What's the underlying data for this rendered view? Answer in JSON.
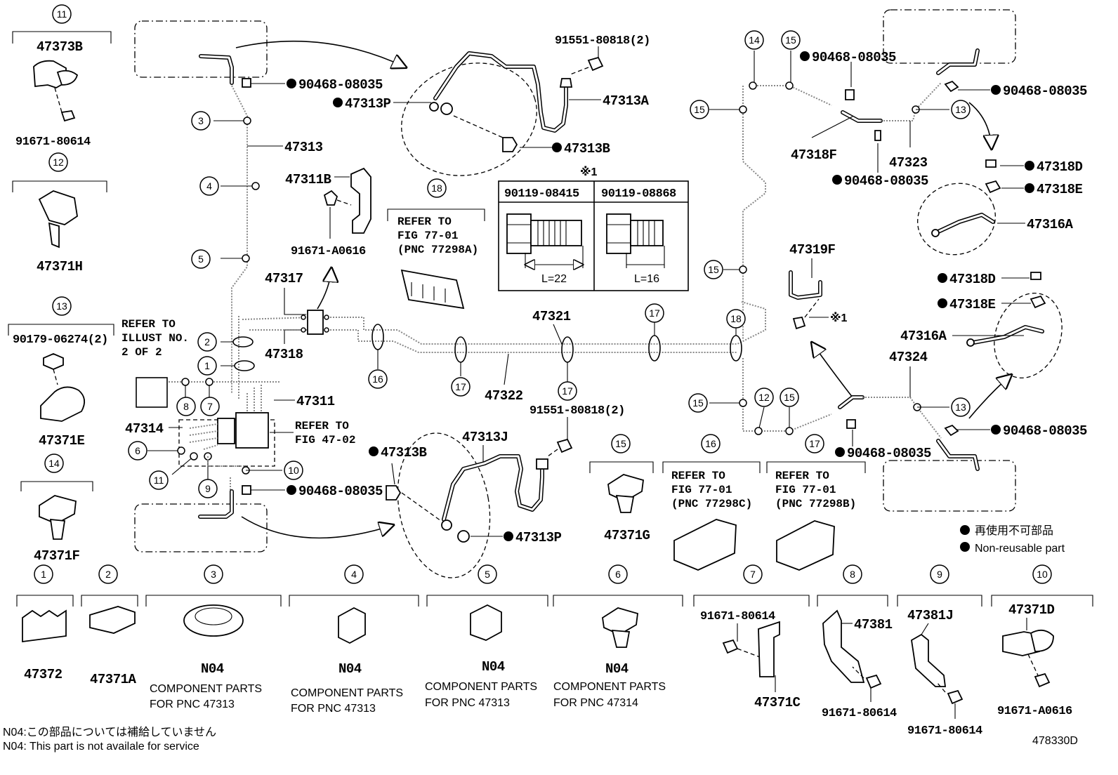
{
  "diagram_id": "478330D",
  "header_labels": {
    "c11_pn": "47373B",
    "c11_bolt": "91671-80614",
    "c12_pn": "47371H",
    "c13_bolt": "90179-06274(2)",
    "c13_pn": "47371E",
    "c14_pn": "47371F",
    "refer_illust": [
      "REFER TO",
      "ILLUST NO.",
      "2 OF 2"
    ]
  },
  "top_left": {
    "clip_90468": "90468-08035",
    "p47313P": "47313P",
    "p47313": "47313",
    "p47311B": "47311B",
    "p91671A": "91671-A0616",
    "p47317": "47317",
    "p47318": "47318",
    "p47311": "47311",
    "p47314": "47314",
    "refer_fig": [
      "REFER TO",
      "FIG 47-02"
    ],
    "clip_90468_low": "90468-08035"
  },
  "top_mid": {
    "bolt_91551": "91551-80818(2)",
    "p47313A": "47313A",
    "p47313B": "47313B",
    "c18_ref": [
      "REFER TO",
      "FIG 77-01",
      "(PNC 77298A)"
    ],
    "table_mark": "※1",
    "table_h1": "90119-08415",
    "table_h2": "90119-08868",
    "len1": "L=22",
    "len2": "L=16"
  },
  "mid": {
    "p47321": "47321",
    "p47322": "47322",
    "bolt_91551_low": "91551-80818(2)",
    "p47313J": "47313J",
    "p47313B_low": "47313B",
    "p47313P_low": "47313P"
  },
  "right": {
    "clip_a": "90468-08035",
    "clip_b": "90468-08035",
    "clip_c": "90468-08035",
    "clip_d": "90468-08035",
    "clip_e": "90468-08035",
    "p47318F": "47318F",
    "p47323": "47323",
    "p47318D": "47318D",
    "p47318E": "47318E",
    "p47316A": "47316A",
    "p47319F": "47319F",
    "mark1": "※1",
    "p47318D_b": "47318D",
    "p47318E_b": "47318E",
    "p47316A_b": "47316A",
    "p47324": "47324"
  },
  "mid_parts": {
    "c15_pn": "47371G",
    "c16_ref": [
      "REFER TO",
      "FIG 77-01",
      "(PNC 77298C)"
    ],
    "c17_ref": [
      "REFER TO",
      "FIG 77-01",
      "(PNC 77298B)"
    ]
  },
  "legend": {
    "jp": "再使用不可部品",
    "en": "Non-reusable part"
  },
  "bottom_row": {
    "c1_pn": "47372",
    "c2_pn": "47371A",
    "c3_code": "N04",
    "c3_desc": [
      "COMPONENT PARTS",
      "FOR PNC 47313"
    ],
    "c4_code": "N04",
    "c4_desc": [
      "COMPONENT PARTS",
      "FOR PNC 47313"
    ],
    "c5_code": "N04",
    "c5_desc": [
      "COMPONENT PARTS",
      "FOR PNC 47313"
    ],
    "c6_code": "N04",
    "c6_desc": [
      "COMPONENT PARTS",
      "FOR PNC 47314"
    ],
    "c7_bolt": "91671-80614",
    "c7_pn": "47371C",
    "c8_pn": "47381",
    "c8_bolt": "91671-80614",
    "c9_pn": "47381J",
    "c9_bolt": "91671-80614",
    "c10_pn": "47371D",
    "c10_bolt": "91671-A0616"
  },
  "footer": {
    "note_jp": "N04:この部品については補給していません",
    "note_en": "N04: This part is not availale for service"
  }
}
